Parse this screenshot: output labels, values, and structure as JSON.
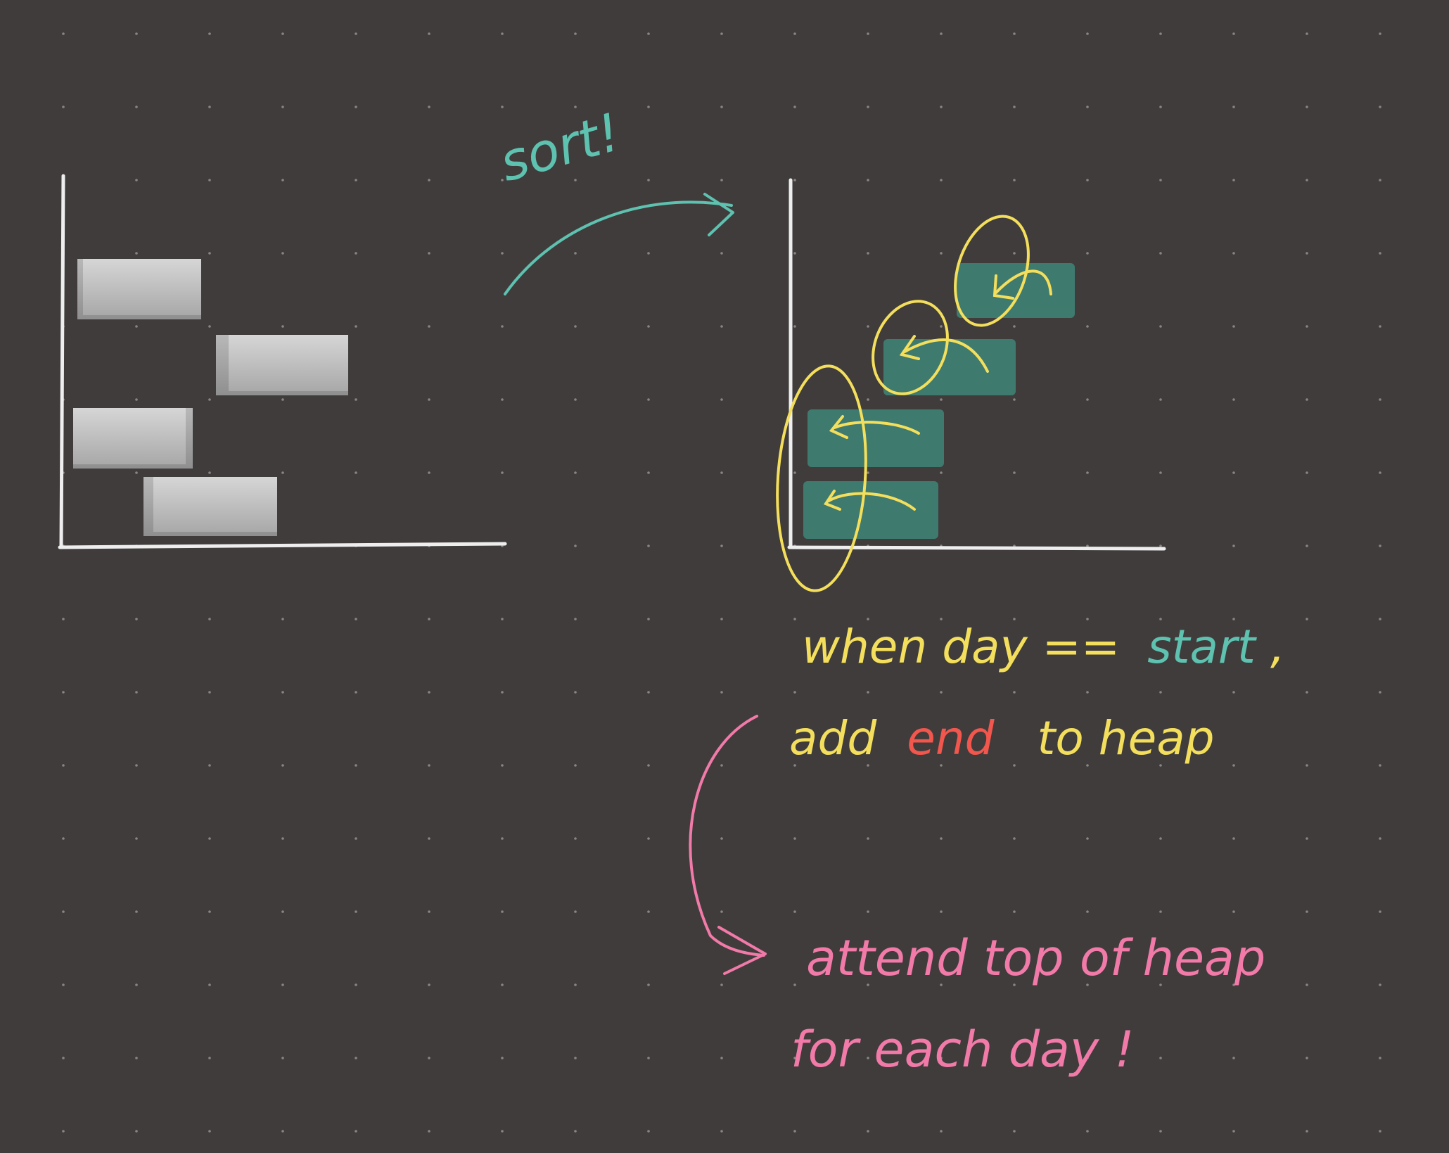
{
  "canvas": {
    "background": "#403c3c",
    "dot_color": "#8a8585",
    "axis_color": "#eeeeee"
  },
  "colors": {
    "teal_ink": "#5ec2b0",
    "yellow_ink": "#f4df5c",
    "red_ink": "#f2564c",
    "pink_ink": "#f27aa8",
    "gray_bar": "#c9c9c9",
    "teal_bar": "#3f7a6f"
  },
  "annotations": {
    "sort": "sort!",
    "when_day": "when day ==",
    "start": "start",
    "comma": ",",
    "add": "add",
    "end": "end",
    "to_heap": "to heap",
    "attend_line": "attend top of heap",
    "each_day_line": "for each day !"
  },
  "icons": {
    "sort_arrow": "curved-arrow-icon",
    "heap_arrow": "hooked-down-arrow-icon"
  }
}
